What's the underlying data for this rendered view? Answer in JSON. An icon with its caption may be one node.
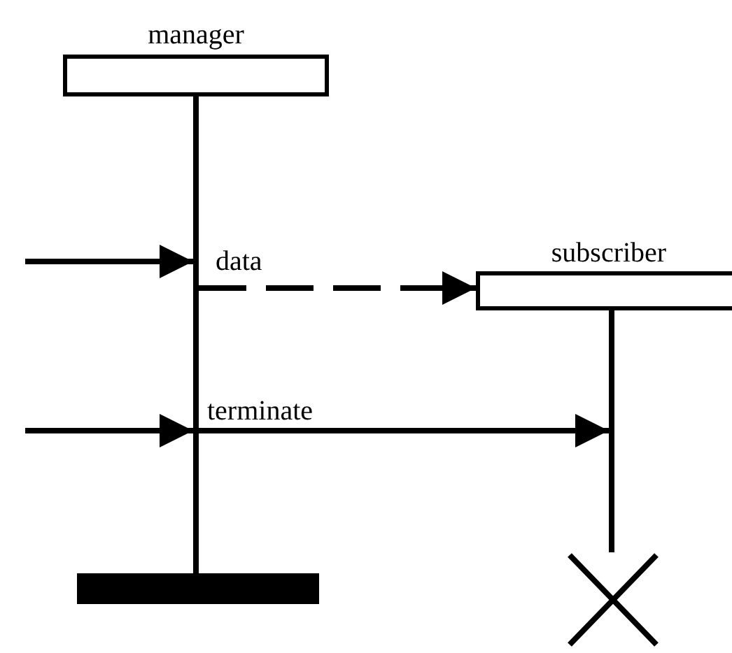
{
  "diagram": {
    "nodes": [
      {
        "text": [
          "manager"
        ]
      },
      {
        "text": [],
        "shape": "line"
      },
      {
        "text": [
          "subscriber"
        ]
      },
      {
        "text": [],
        "shape": "line"
      },
      {
        "text": [],
        "shape": "bar"
      },
      {
        "text": [],
        "shape": "cross"
      }
    ],
    "edges": [
      {
        "from": null,
        "to": 1,
        "arrow": "to"
      },
      {
        "from": 1,
        "to": 2,
        "arrow": "to",
        "label": "data",
        "style": "dashed"
      },
      {
        "from": null,
        "to": 1,
        "arrow": "to"
      },
      {
        "from": 1,
        "to": 3,
        "arrow": "to",
        "label": "terminate"
      }
    ]
  }
}
